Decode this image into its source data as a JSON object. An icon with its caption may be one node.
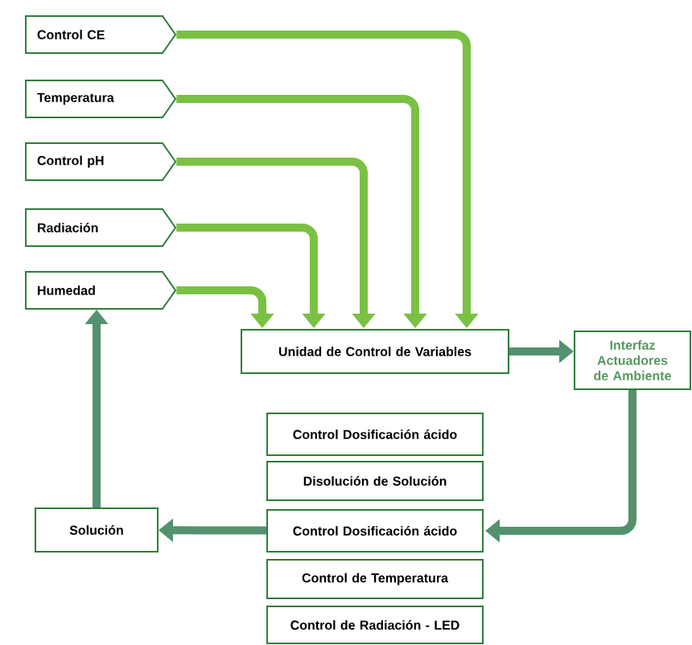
{
  "diagram": {
    "nodes": [
      {
        "text": [
          "Control CE"
        ]
      },
      {
        "text": [
          "Temperatura"
        ]
      },
      {
        "text": [
          "Control pH"
        ]
      },
      {
        "text": [
          "Radiación"
        ]
      },
      {
        "text": [
          "Humedad"
        ]
      },
      {
        "text": [
          "Unidad de Control de Variables"
        ]
      },
      {
        "text": [
          "Interfaz Actuadores de Ambiente"
        ]
      },
      {
        "text": [
          "Control Dosificación ácido"
        ]
      },
      {
        "text": [
          "Disolución de Solución"
        ]
      },
      {
        "text": [
          "Control Dosificación ácido"
        ]
      },
      {
        "text": [
          "Control de Temperatura"
        ]
      },
      {
        "text": [
          "Control de Radiación - LED"
        ]
      },
      {
        "text": [
          "Solución"
        ]
      }
    ],
    "edges": [
      {
        "from": 0,
        "to": 5,
        "arrow": "to"
      },
      {
        "from": 1,
        "to": 5,
        "arrow": "to"
      },
      {
        "from": 2,
        "to": 5,
        "arrow": "to"
      },
      {
        "from": 3,
        "to": 5,
        "arrow": "to"
      },
      {
        "from": 4,
        "to": 5,
        "arrow": "to"
      },
      {
        "from": 5,
        "to": 6,
        "arrow": "to",
        "color": "#53916f"
      },
      {
        "from": 6,
        "to": 9,
        "arrow": "to",
        "color": "#53916f"
      },
      {
        "from": 9,
        "to": 12,
        "arrow": "to",
        "color": "#53916f"
      },
      {
        "from": 12,
        "to": 4,
        "arrow": "to",
        "color": "#53916f"
      }
    ]
  }
}
